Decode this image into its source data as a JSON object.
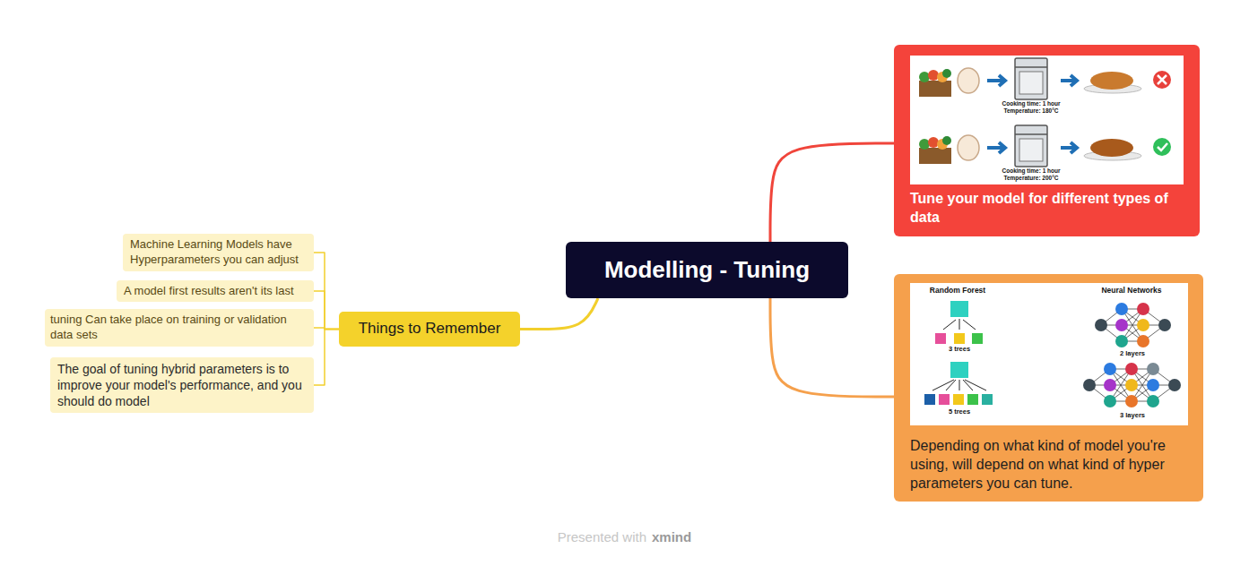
{
  "diagram": {
    "nodes": [
      {
        "text": [
          "Modelling - Tuning"
        ]
      },
      {
        "text": [
          "Things to Remember"
        ]
      },
      {
        "text": [
          "Machine Learning Models have Hyperparameters you can adjust"
        ]
      },
      {
        "text": [
          "A model first results aren't its last"
        ]
      },
      {
        "text": [
          "tuning Can take place on training or validation data sets"
        ]
      },
      {
        "text": [
          "The goal of tuning hybrid parameters is to improve your model's performance, and you should do model"
        ]
      },
      {
        "text": [
          "Tune your model for different types of data"
        ]
      },
      {
        "text": [
          "Depending on what kind of model you're using, will depend on what kind of hyper parameters you can tune."
        ]
      }
    ],
    "edges": [
      {
        "from": 0,
        "to": 1,
        "arrow": "none"
      },
      {
        "from": 1,
        "to": 2,
        "arrow": "none"
      },
      {
        "from": 1,
        "to": 3,
        "arrow": "none"
      },
      {
        "from": 1,
        "to": 4,
        "arrow": "none"
      },
      {
        "from": 1,
        "to": 5,
        "arrow": "none"
      },
      {
        "from": 0,
        "to": 6,
        "arrow": "none"
      },
      {
        "from": 0,
        "to": 7,
        "arrow": "none"
      }
    ],
    "labels": [
      "Cooking time: 1 hour",
      "Temperature: 180°C",
      "Cooking time: 1 hour",
      "Temperature: 200°C",
      "Random Forest",
      "Neural Networks",
      "3 trees",
      "5 trees",
      "2 layers",
      "3 layers",
      "Presented with",
      "xmind"
    ]
  }
}
